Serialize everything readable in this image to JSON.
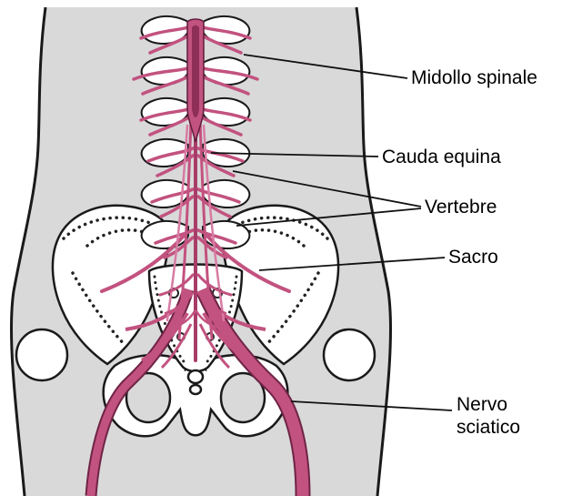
{
  "labels": [
    {
      "id": "midollo-spinale",
      "text": "Midollo spinale"
    },
    {
      "id": "cauda-equina",
      "text": "Cauda equina"
    },
    {
      "id": "vertebre",
      "text": "Vertebre"
    },
    {
      "id": "sacro",
      "text": "Sacro"
    },
    {
      "id": "nervo-sciatico",
      "text": "Nervo sciatico"
    }
  ],
  "colors": {
    "nerve_pink": "#c2527f",
    "nerve_light": "#d87ba3",
    "nerve_dark": "#8e2f57",
    "nerve_outline": "#6f2446",
    "body_gray": "#d9d9d9",
    "bone_white": "#ffffff",
    "outline_black": "#1a1a1a"
  }
}
